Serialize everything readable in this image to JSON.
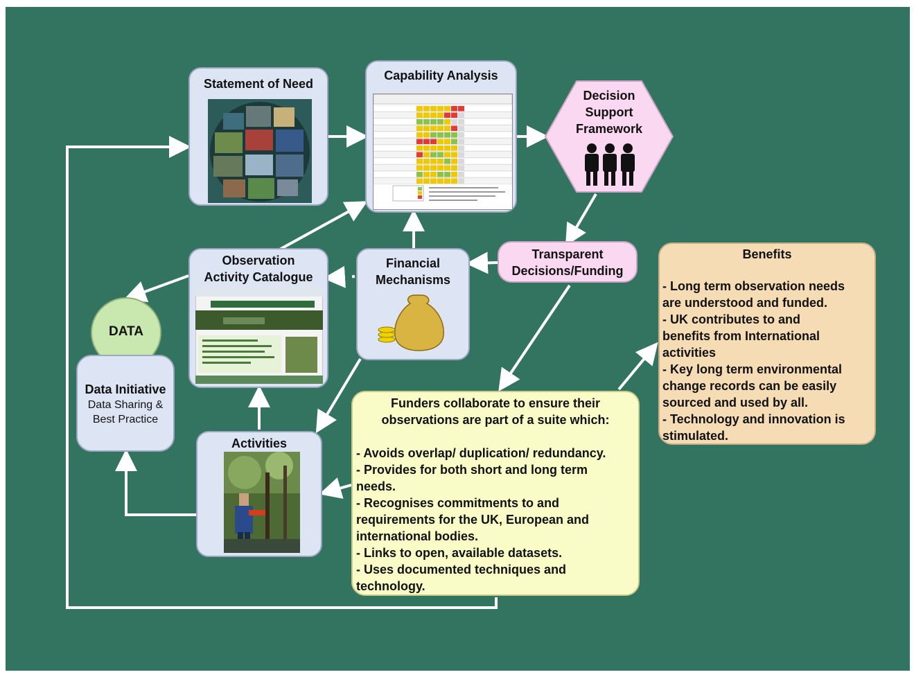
{
  "nodes": {
    "statement_of_need": {
      "title": "Statement of Need"
    },
    "capability_analysis": {
      "title": "Capability Analysis"
    },
    "decision_support": {
      "title": "Decision\nSupport\nFramework"
    },
    "transparent": {
      "title": "Transparent\nDecisions/Funding"
    },
    "financial": {
      "title": "Financial\nMechanisms"
    },
    "observation": {
      "title": "Observation\nActivity Catalogue"
    },
    "data": {
      "label": "DATA"
    },
    "data_initiative": {
      "title": "Data Initiative",
      "subtitle": "Data Sharing &\nBest Practice"
    },
    "activities": {
      "title": "Activities"
    },
    "funders": {
      "heading": "Funders collaborate to ensure their\nobservations are part of a suite which:",
      "bullets": [
        "- Avoids overlap/ duplication/ redundancy.",
        "- Provides for both short and long term\nneeds.",
        "- Recognises commitments to and\nrequirements for the UK, European and\ninternational bodies.",
        "- Links to open, available datasets.",
        "- Uses documented techniques and\ntechnology."
      ]
    },
    "benefits": {
      "title": "Benefits",
      "bullets": [
        "-  Long term observation needs\nare understood and funded.",
        "-  UK contributes to and\nbenefits from International\nactivities",
        "-  Key long term environmental\nchange records can be easily\nsourced and used by all.",
        "-  Technology and innovation is\nstimulated."
      ]
    }
  },
  "colors": {
    "background": "#327460",
    "box": "#dde4f3",
    "yellow": "#fafcc8",
    "pink": "#fbd8f1",
    "tan": "#f5dcb4",
    "data_circle": "#c8e8b0",
    "arrow": "#ffffff"
  }
}
